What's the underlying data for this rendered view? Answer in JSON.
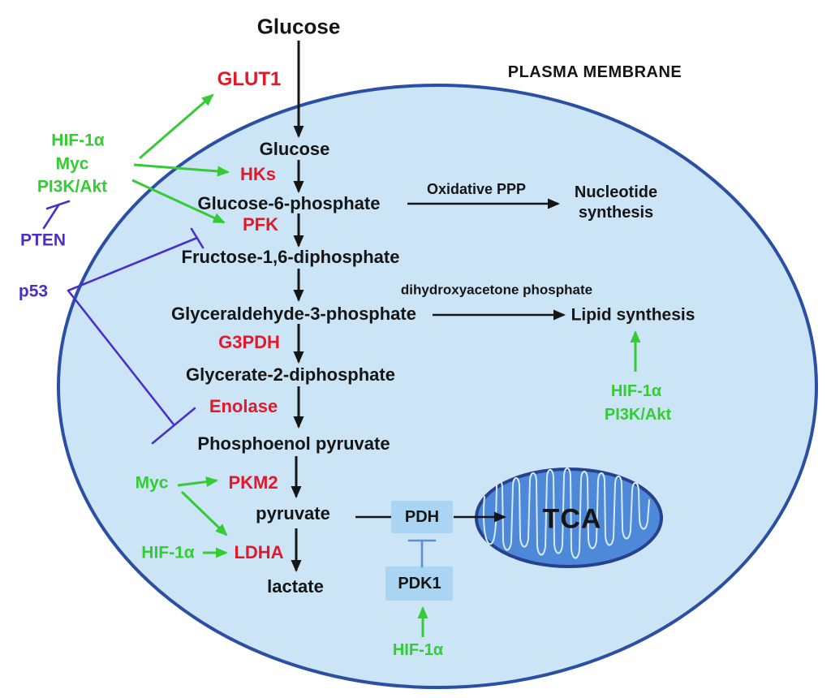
{
  "labels": {
    "glucose_out": "Glucose",
    "plasma_membrane": "PLASMA MEMBRANE",
    "glut1": "GLUT1",
    "hif1a_left": "HIF-1α",
    "myc_left": "Myc",
    "pi3k_akt_left": "PI3K/Akt",
    "pten": "PTEN",
    "p53": "p53",
    "glucose_in": "Glucose",
    "hks": "HKs",
    "g6p": "Glucose-6-phosphate",
    "oxidative_ppp": "Oxidative PPP",
    "nucleotide_line1": "Nucleotide",
    "nucleotide_line2": "synthesis",
    "pfk": "PFK",
    "f16dp": "Fructose-1,6-diphosphate",
    "dhap": "dihydroxyacetone phosphate",
    "g3p": "Glyceraldehyde-3-phosphate",
    "lipid_synthesis": "Lipid synthesis",
    "hif1a_right": "HIF-1α",
    "pi3k_akt_right": "PI3K/Akt",
    "g3pdh": "G3PDH",
    "g2dp": "Glycerate-2-diphosphate",
    "enolase": "Enolase",
    "pep": "Phosphoenol pyruvate",
    "myc_lower": "Myc",
    "pkm2": "PKM2",
    "pyruvate": "pyruvate",
    "hif1a_lower_left": "HIF-1α",
    "ldha": "LDHA",
    "lactate": "lactate",
    "pdh": "PDH",
    "tca": "TCA",
    "pdk1": "PDK1",
    "hif1a_bottom": "HIF-1α"
  },
  "colors": {
    "activator_green": "#35cb35",
    "enzyme_red": "#e2182b",
    "suppressor_purple": "#4b2fc9",
    "text_black": "#151515",
    "cell_fill": "#cbe5f6",
    "cell_border": "#2b4fa2",
    "mitochondria_fill": "#4e88d9",
    "mitochondria_border": "#27418f",
    "cristae": "#d6e9f7",
    "box_fill": "#a9d5f2",
    "inhibit_blue": "#5b8dd8"
  }
}
